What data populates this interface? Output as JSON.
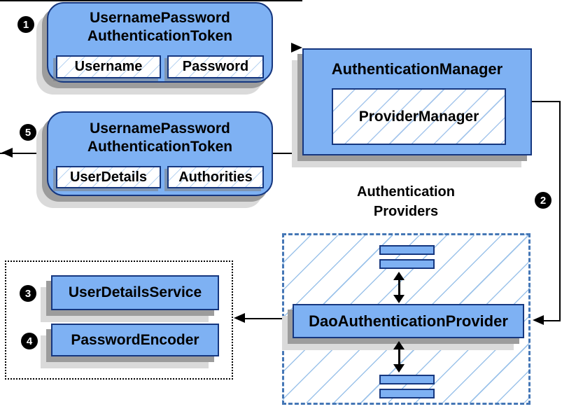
{
  "steps": {
    "s1": "1",
    "s2": "2",
    "s3": "3",
    "s4": "4",
    "s5": "5"
  },
  "request_token": {
    "title_line1": "UsernamePassword",
    "title_line2": "AuthenticationToken",
    "fields": [
      "Username",
      "Password"
    ]
  },
  "result_token": {
    "title_line1": "UsernamePassword",
    "title_line2": "AuthenticationToken",
    "fields": [
      "UserDetails",
      "Authorities"
    ]
  },
  "authentication_manager": {
    "title": "AuthenticationManager",
    "inner": "ProviderManager"
  },
  "providers": {
    "heading_line1": "Authentication",
    "heading_line2": "Providers",
    "dao": "DaoAuthenticationProvider"
  },
  "services": {
    "user_details_service": "UserDetailsService",
    "password_encoder": "PasswordEncoder"
  },
  "colors": {
    "box_fill": "#7EB1F3",
    "box_border": "#16377F",
    "hatch_line": "#9CC3EA",
    "dashed_border": "#4577B6",
    "shadow_dark": "#9C9C9C",
    "shadow_light": "#DADADA",
    "connector": "#000000",
    "badge_bg": "#000000",
    "badge_text": "#FFFFFF"
  }
}
